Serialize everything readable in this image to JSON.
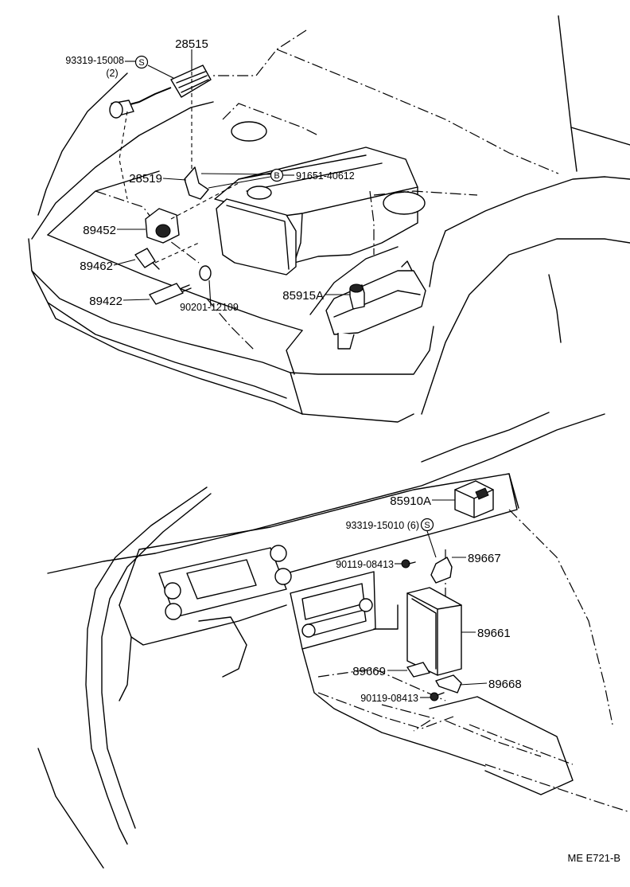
{
  "labels": {
    "p28515": "28515",
    "p93319_15008": "93319-15008",
    "p93319_15008_qty": "(2)",
    "p28519": "28519",
    "p91651_40612": "91651-40612",
    "p89452": "89452",
    "p89462": "89462",
    "p89422": "89422",
    "p90201_12109": "90201-12109",
    "p85915A": "85915A",
    "p85910A": "85910A",
    "p93319_15010": "93319-15010 (6)",
    "p90119_08413_a": "90119-08413",
    "p89667": "89667",
    "p89661": "89661",
    "p89669": "89669",
    "p89668": "89668",
    "p90119_08413_b": "90119-08413"
  },
  "symbols": {
    "s": "S",
    "b": "B"
  },
  "footer": {
    "code": "ME  E721-B"
  }
}
